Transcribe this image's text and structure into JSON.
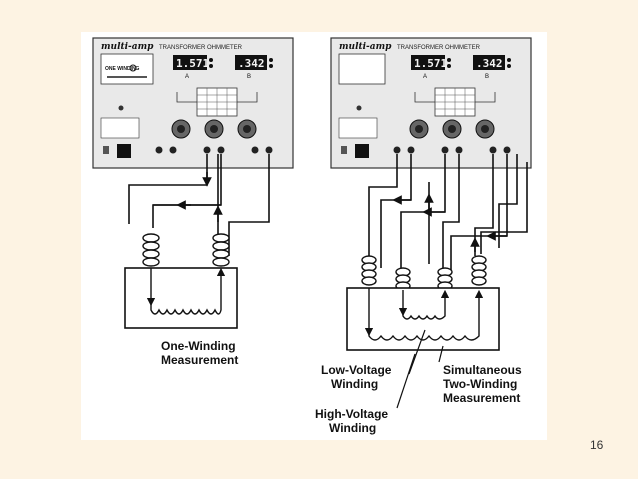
{
  "slide": {
    "number": "16"
  },
  "instruments": [
    {
      "brand": "multi-amp",
      "title": "TRANSFORMER OHMMETER",
      "display_a": "1.571",
      "display_b": ".342",
      "channel_a": "A",
      "channel_b": "B",
      "indicator": "ONE WINDING"
    },
    {
      "brand": "multi-amp",
      "title": "TRANSFORMER OHMMETER",
      "display_a": "1.571",
      "display_b": ".342",
      "channel_a": "A",
      "channel_b": "B",
      "indicator": ""
    }
  ],
  "labels": {
    "one_winding": [
      "One-Winding",
      "Measurement"
    ],
    "low_voltage": [
      "Low-Voltage",
      "Winding"
    ],
    "simultaneous": [
      "Simultaneous",
      "Two-Winding",
      "Measurement"
    ],
    "high_voltage": [
      "High-Voltage",
      "Winding"
    ]
  }
}
